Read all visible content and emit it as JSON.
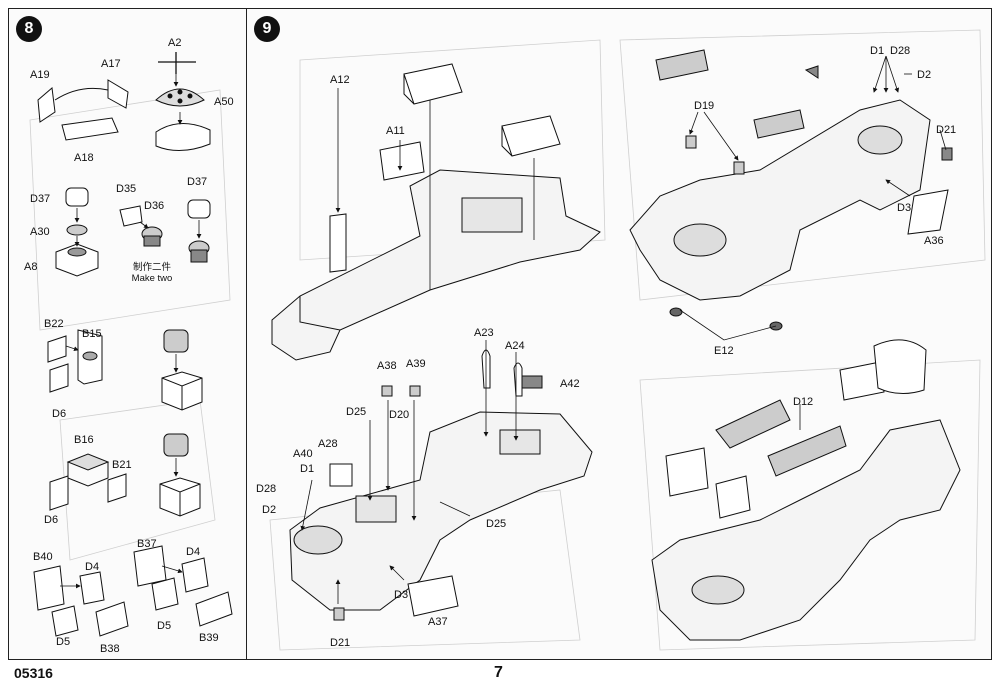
{
  "document": {
    "code": "05316",
    "page_number": "7"
  },
  "step8": {
    "number": "8",
    "labels": {
      "a19": "A19",
      "a17": "A17",
      "a18": "A18",
      "a2": "A2",
      "a50": "A50",
      "d37a": "D37",
      "a30": "A30",
      "a8": "A8",
      "d35": "D35",
      "d36": "D36",
      "d37b": "D37",
      "b22": "B22",
      "b15": "B15",
      "d6a": "D6",
      "b16": "B16",
      "b21": "B21",
      "d6b": "D6",
      "b40": "B40",
      "d4a": "D4",
      "d5a": "D5",
      "b38": "B38",
      "b37": "B37",
      "d4b": "D4",
      "d5b": "D5",
      "b39": "B39"
    },
    "note_cn": "制作二件",
    "note_en": "Make two"
  },
  "step9": {
    "number": "9",
    "labels": {
      "a12": "A12",
      "a11": "A11",
      "d1a": "D1",
      "d28a": "D28",
      "d2a": "D2",
      "d21a": "D21",
      "d19": "D19",
      "d3a": "D3",
      "a36": "A36",
      "e12": "E12",
      "a23": "A23",
      "a24": "A24",
      "a42": "A42",
      "a38": "A38",
      "a39": "A39",
      "d25a": "D25",
      "d20": "D20",
      "a28": "A28",
      "a40": "A40",
      "d1b": "D1",
      "d28b": "D28",
      "d2b": "D2",
      "d25b": "D25",
      "d3b": "D3",
      "a37": "A37",
      "d21b": "D21",
      "d12": "D12"
    }
  }
}
